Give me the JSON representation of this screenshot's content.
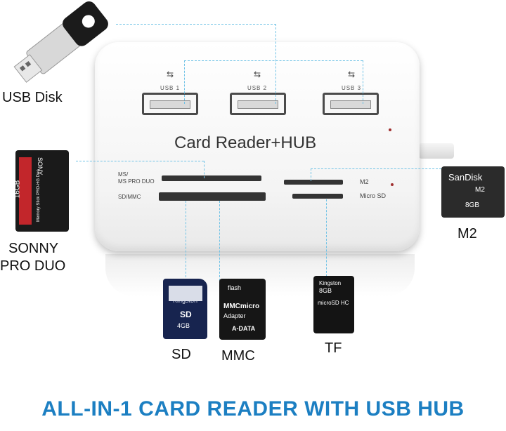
{
  "captions": {
    "usb_disk": "USB Disk",
    "sonny_line1": "SONNY",
    "sonny_line2": "PRO DUO",
    "m2": "M2",
    "sd": "SD",
    "mmc": "MMC",
    "tf": "TF"
  },
  "hub": {
    "title": "Card Reader+HUB",
    "usb_ports": [
      {
        "symbol": "⇆",
        "label": "USB 1"
      },
      {
        "symbol": "⇆",
        "label": "USB 2"
      },
      {
        "symbol": "⇆",
        "label": "USB 3"
      }
    ],
    "slot_labels": {
      "ms_line1": "MS/",
      "ms_line2": "MS PRO DUO",
      "sd_mmc": "SD/MMC",
      "m2": "M2",
      "micro_sd": "Micro SD"
    }
  },
  "cards": {
    "sd": {
      "brand": "Kingston",
      "type": "SD",
      "capacity": "4GB"
    },
    "mmc": {
      "brand": "flash",
      "type": "MMCmicro",
      "sub": "Adapter",
      "maker": "A-DATA"
    },
    "tf": {
      "brand": "Kingston",
      "capacity": "8GB",
      "type": "microSD HC"
    },
    "m2": {
      "brand": "SanDisk",
      "type": "M2",
      "capacity": "8GB"
    },
    "ms": {
      "capacity": "16GB",
      "brand": "SONY",
      "type": "Memory Stick PRO-HG Duo"
    }
  },
  "banner": "ALL-IN-1 CARD READER WITH USB HUB",
  "colors": {
    "accent": "#1c7fc2",
    "guide": "#6fc2e6"
  }
}
